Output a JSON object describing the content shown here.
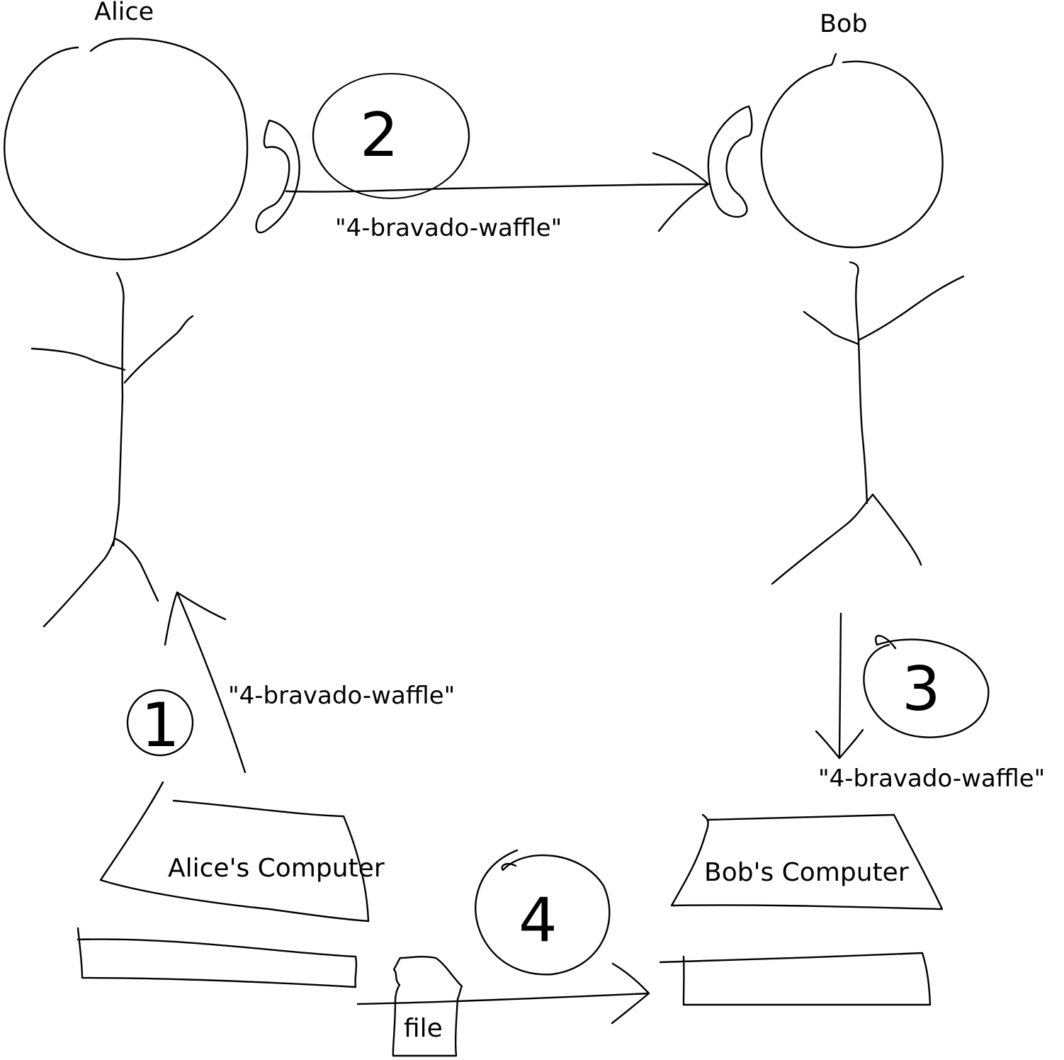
{
  "people": {
    "alice": {
      "name": "Alice"
    },
    "bob": {
      "name": "Bob"
    }
  },
  "computers": {
    "alice": {
      "label": "Alice's Computer"
    },
    "bob": {
      "label": "Bob's Computer"
    }
  },
  "steps": [
    {
      "number": "1",
      "message": "\"4-bravado-waffle\""
    },
    {
      "number": "2",
      "message": "\"4-bravado-waffle\""
    },
    {
      "number": "3",
      "message": "\"4-bravado-waffle\""
    },
    {
      "number": "4",
      "message": "file"
    }
  ]
}
